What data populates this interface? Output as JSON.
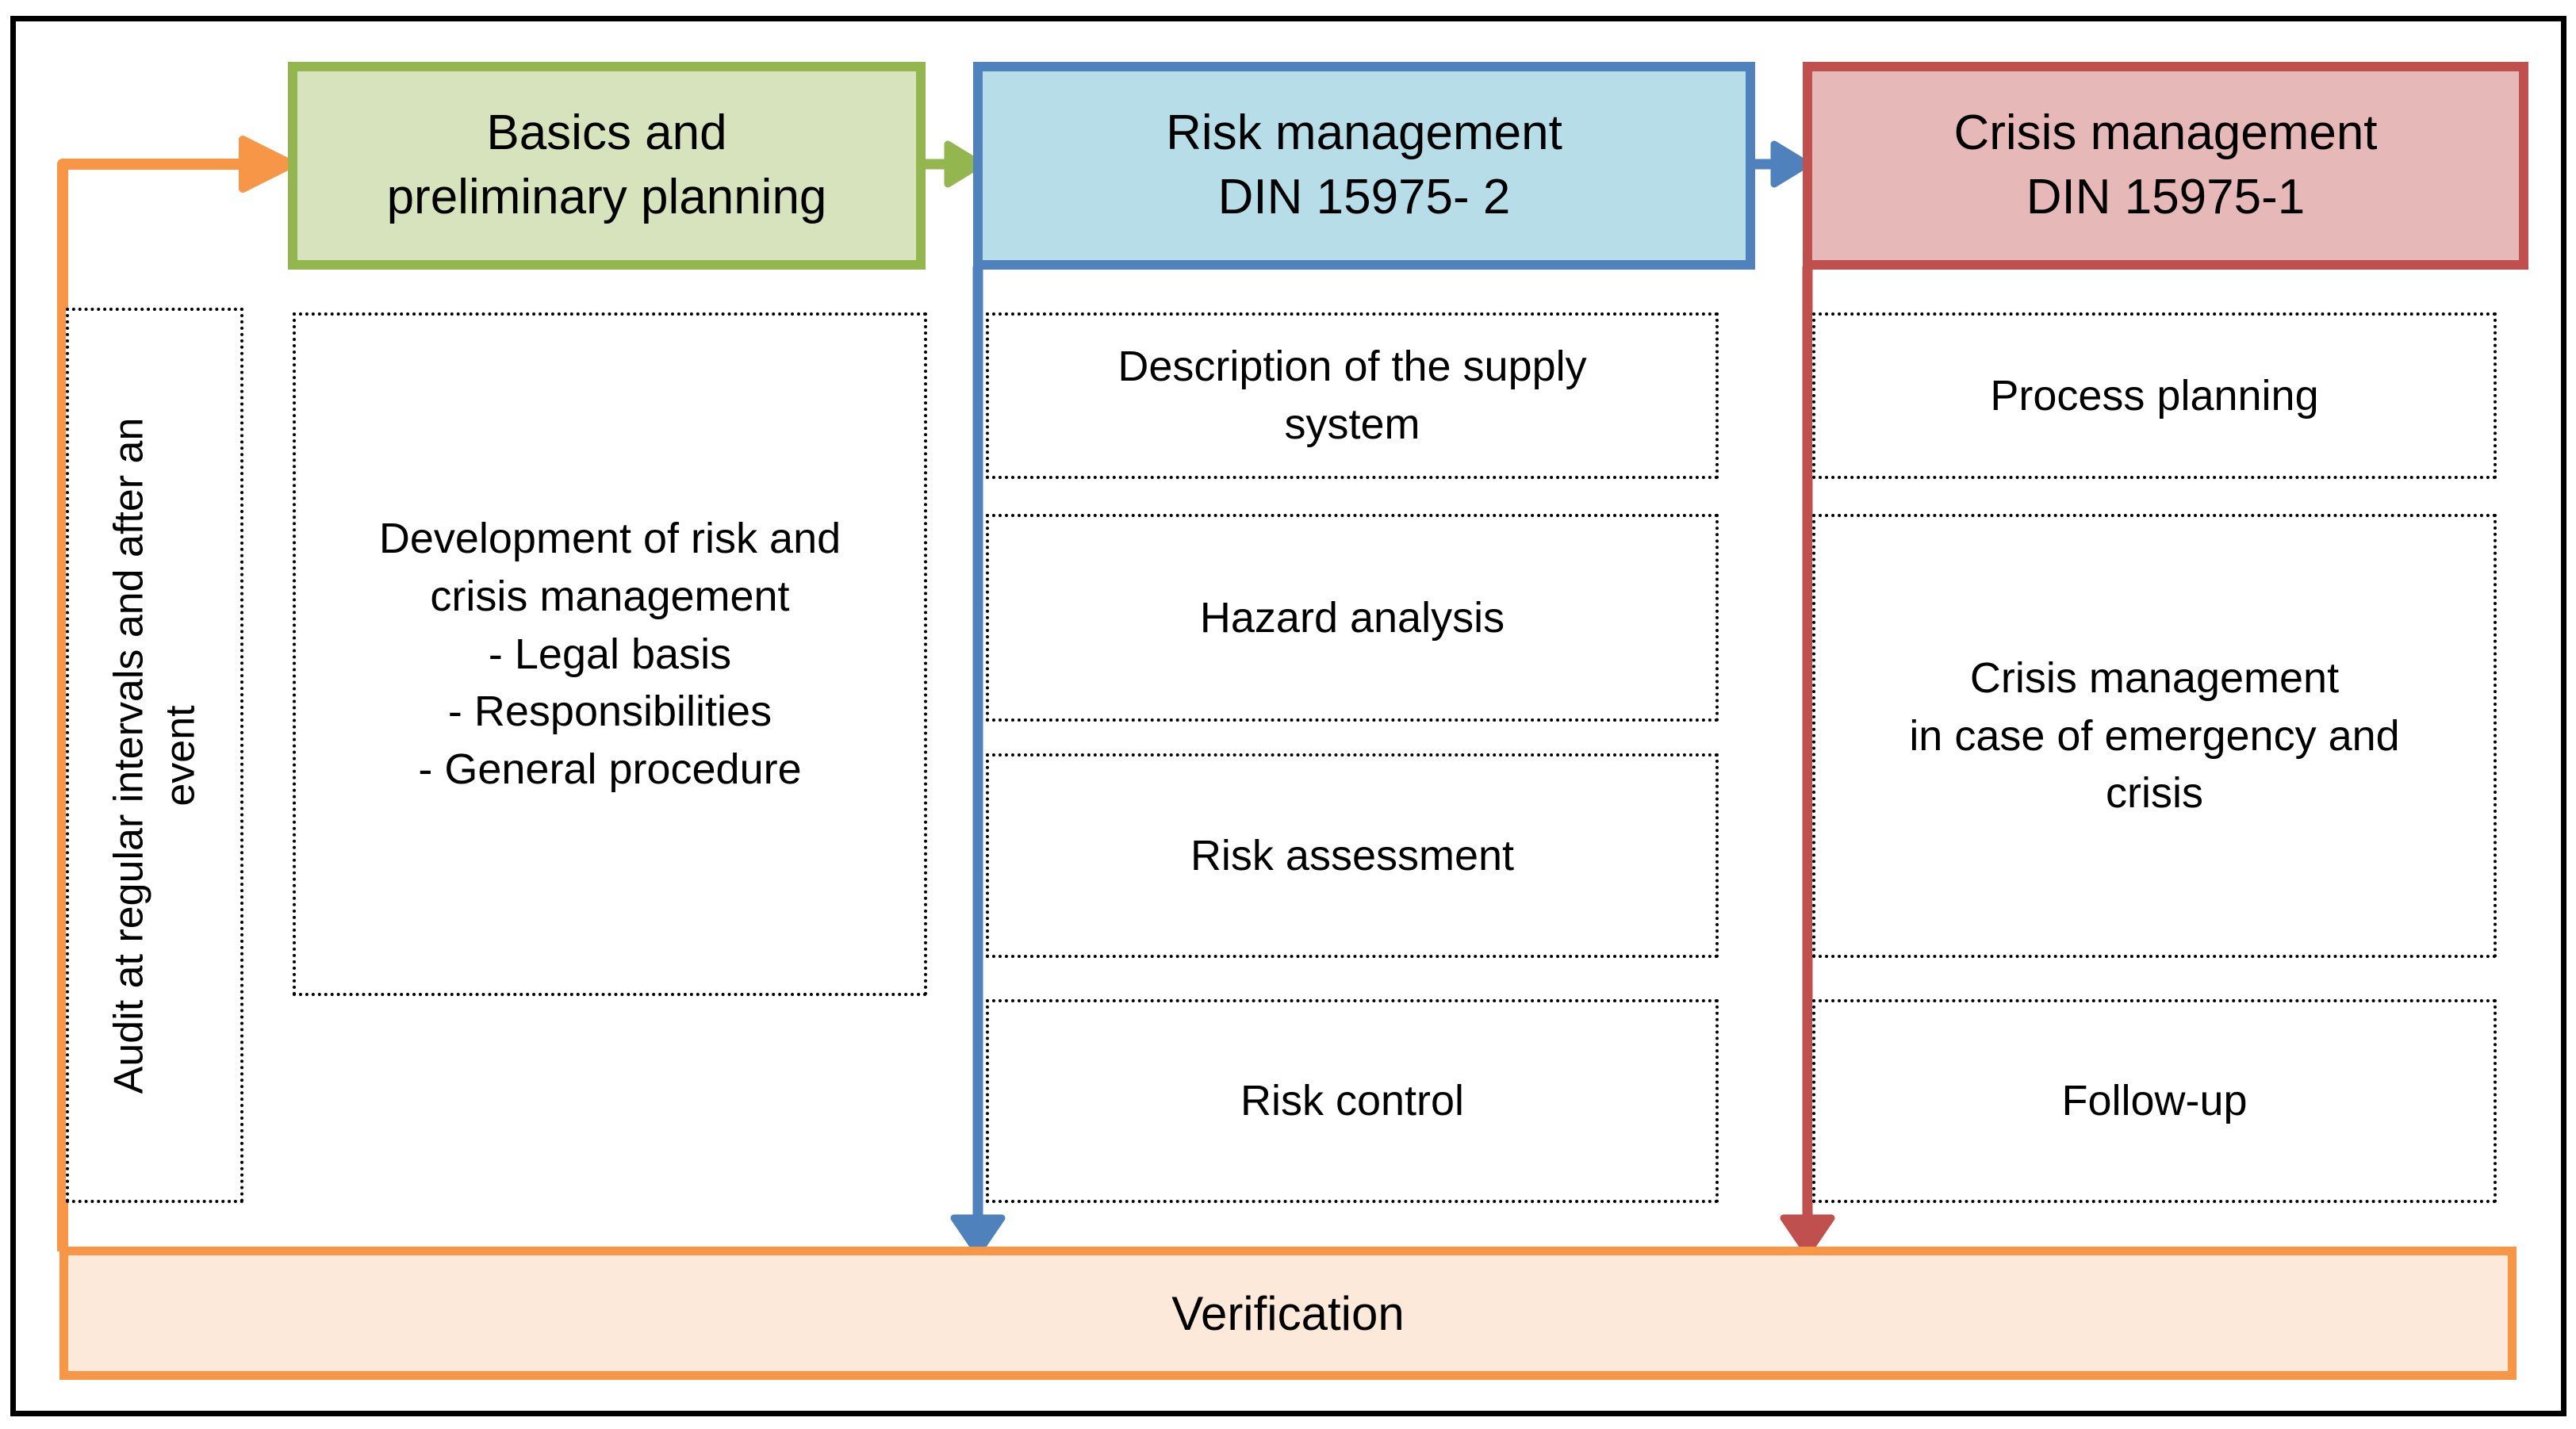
{
  "headers": {
    "basics": "Basics and\npreliminary planning",
    "risk": "Risk management\nDIN 15975- 2",
    "crisis": "Crisis management\nDIN 15975-1"
  },
  "left_rail": {
    "audit_label": "Audit at regular intervals and after an\nevent"
  },
  "columns": {
    "basics": {
      "development": "Development of risk and\ncrisis management\n- Legal basis\n- Responsibilities\n- General procedure"
    },
    "risk": {
      "supply_system": "Description of the supply\nsystem",
      "hazard_analysis": "Hazard analysis",
      "risk_assessment": "Risk assessment",
      "risk_control": "Risk control"
    },
    "crisis": {
      "process_planning": "Process planning",
      "crisis_management": "Crisis management\nin case of emergency and\ncrisis",
      "follow_up": "Follow-up"
    }
  },
  "footer": {
    "verification_label": "Verification"
  },
  "colors": {
    "basics_border": "#94B64E",
    "basics_fill": "#D6E3BC",
    "risk_border": "#4F81BD",
    "risk_fill": "#B7DEE8",
    "crisis_border": "#C0504D",
    "crisis_fill": "#E6B8B7",
    "audit_loop_orange": "#F79646",
    "verification_fill": "#FDE9D9",
    "outer_frame": "#000000"
  }
}
